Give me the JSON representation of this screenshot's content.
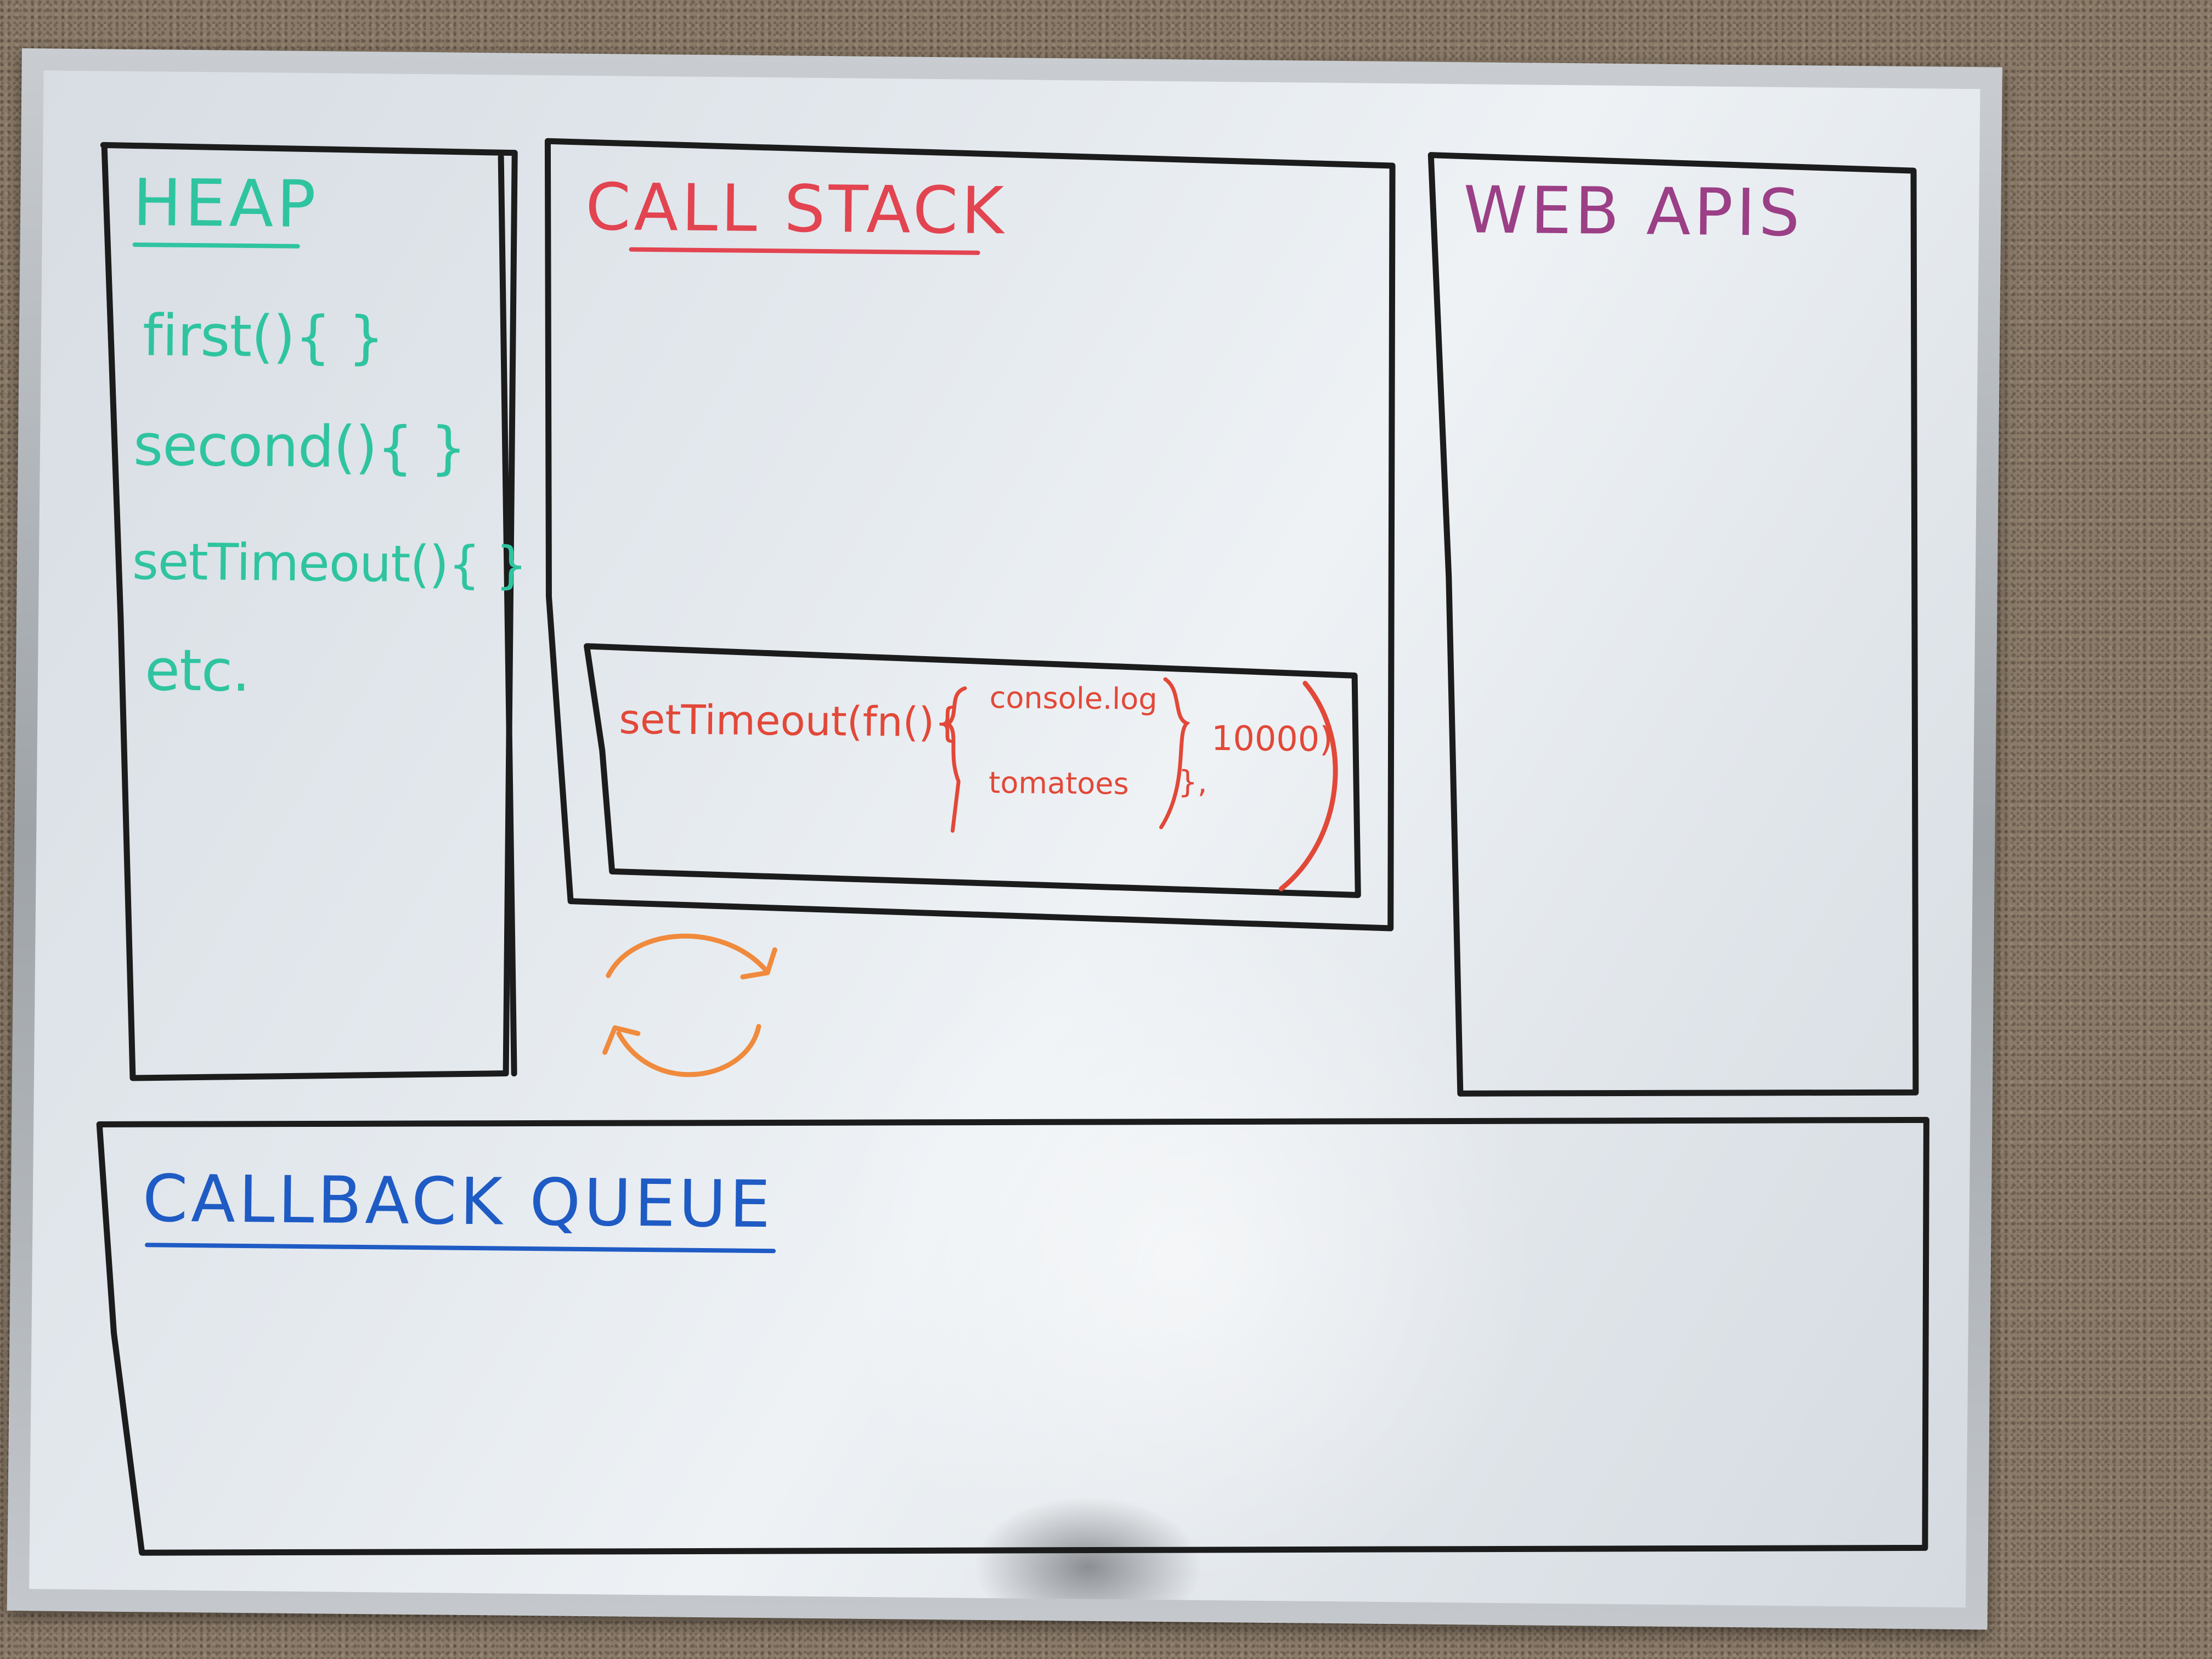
{
  "whiteboard": {
    "heap": {
      "title": "HEAP",
      "lines": [
        "first(){ }",
        "second(){ }",
        "setTimeout(){ }",
        "etc."
      ]
    },
    "call_stack": {
      "title": "CALL STACK",
      "frame": {
        "call": "setTimeout(fn(){",
        "body_line_1": "console.log",
        "body_line_2": "tomatoes",
        "close": "},",
        "delay": "10000)"
      }
    },
    "web_apis": {
      "title": "WEB APIS"
    },
    "callback_queue": {
      "title": "CALLBACK QUEUE"
    },
    "colors": {
      "heap": "#2fc4a0",
      "call_stack": "#e24450",
      "web_apis": "#9b3f86",
      "callback_queue": "#1f5bc4",
      "event_loop": "#f08a3c",
      "outline": "#1c1c1c"
    },
    "event_loop_icon": "circular-arrows-icon"
  }
}
